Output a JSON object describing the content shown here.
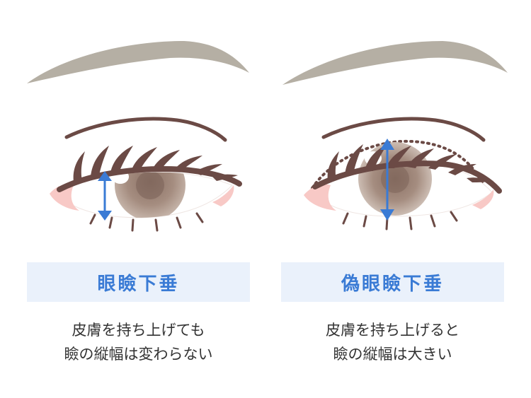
{
  "panels": [
    {
      "title": "眼瞼下垂",
      "caption_lines": [
        "皮膚を持ち上げても",
        "瞼の縦幅は変わらない"
      ]
    },
    {
      "title": "偽眼瞼下垂",
      "caption_lines": [
        "皮膚を持ち上げると",
        "瞼の縦幅は大きい"
      ]
    }
  ],
  "colors": {
    "title_text": "#3a7bd5",
    "title_background": "#eaf1fb",
    "eyebrow": "#b5afa4",
    "eyelash": "#6b4a45",
    "iris": "#a58d80",
    "inner_corner": "#f8c9c6",
    "arrow": "#3a7bd5",
    "outline_dotted": "#6b4a45"
  }
}
